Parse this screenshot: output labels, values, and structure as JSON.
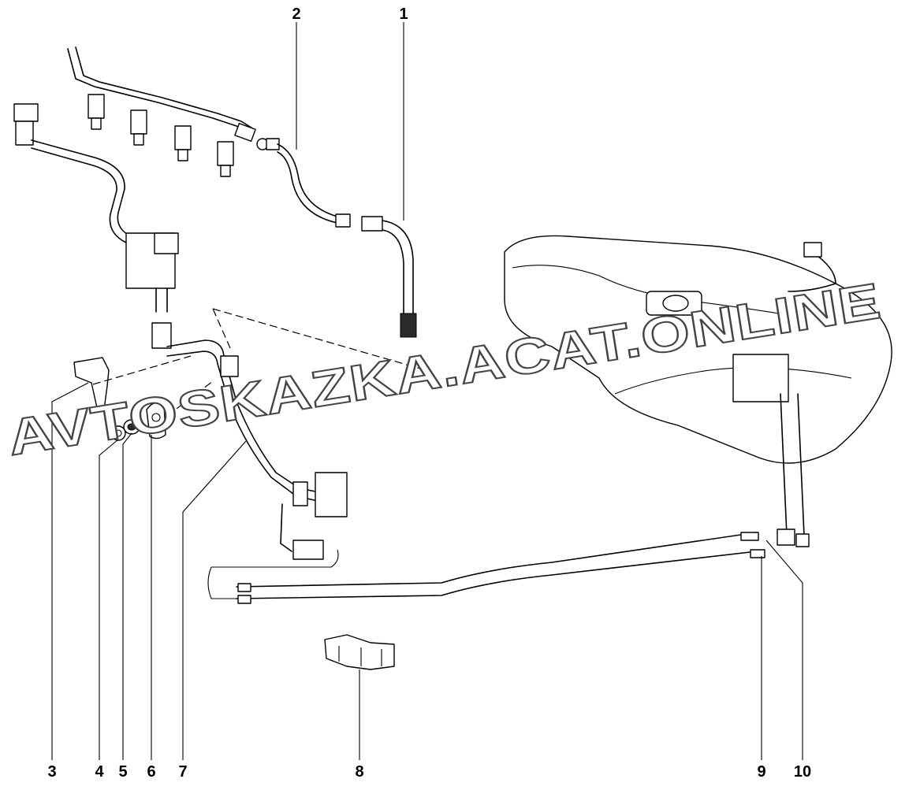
{
  "callouts": {
    "c1": "1",
    "c2": "2",
    "c3": "3",
    "c4": "4",
    "c5": "5",
    "c6": "6",
    "c7": "7",
    "c8": "8",
    "c9": "9",
    "c10": "10"
  },
  "watermark": {
    "left": "AVTOSKAZKA.ACAT.ONLINE"
  },
  "colors": {
    "ink": "#000000",
    "background": "#ffffff",
    "watermark_outline": "#444444"
  }
}
